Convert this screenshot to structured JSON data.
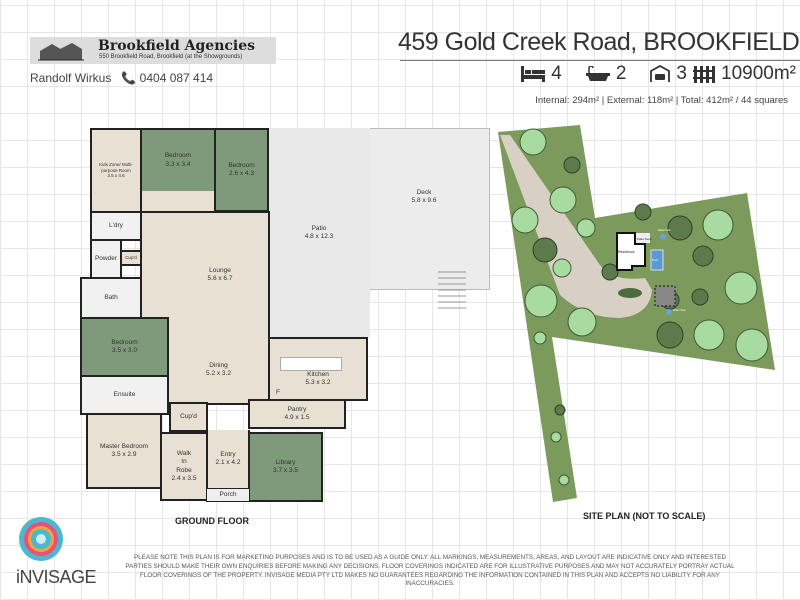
{
  "agency": {
    "name": "Brookfield Agencies",
    "address": "550 Brookfield Road, Brookfield (at the Showgrounds)",
    "agent": "Randolf Wirkus",
    "phone": "0404 087 414"
  },
  "property": {
    "title": "459 Gold Creek Road, BROOKFIELD",
    "beds": "4",
    "baths": "2",
    "cars": "3",
    "land": "10900m²",
    "areas": "Internal: 294m²  |  External: 118m²  |  Total:  412m² / 44 squares"
  },
  "icons": [
    "bed-icon",
    "bath-icon",
    "garage-icon",
    "fence-icon",
    "phone-icon"
  ],
  "floor_plan": {
    "label": "GROUND FLOOR",
    "rooms": [
      {
        "name": "Kids Zone/ Multi-purpose Room",
        "size": "3.5 x 4.6"
      },
      {
        "name": "Bedroom",
        "size": "3.3 x 3.4"
      },
      {
        "name": "Bedroom",
        "size": "2.6 x 4.3"
      },
      {
        "name": "Deck",
        "size": "5.8 x 9.6"
      },
      {
        "name": "Patio",
        "size": "4.8 x 12.3"
      },
      {
        "name": "L'dry",
        "size": ""
      },
      {
        "name": "Powder",
        "size": ""
      },
      {
        "name": "Bath",
        "size": ""
      },
      {
        "name": "Lounge",
        "size": "5.6 x 6.7"
      },
      {
        "name": "Bedroom",
        "size": "3.5 x 3.0"
      },
      {
        "name": "Dining",
        "size": "5.2 x 3.2"
      },
      {
        "name": "Kitchen",
        "size": "5.3 x 3.2"
      },
      {
        "name": "Ensuite",
        "size": ""
      },
      {
        "name": "Pantry",
        "size": "4.9 x 1.5"
      },
      {
        "name": "Cup'd",
        "size": ""
      },
      {
        "name": "Master Bedroom",
        "size": "3.5 x 2.9"
      },
      {
        "name": "Walk In Robe",
        "size": "2.4 x 3.5"
      },
      {
        "name": "Entry",
        "size": "2.1 x 4.2"
      },
      {
        "name": "Library",
        "size": "3.7 x 3.5"
      },
      {
        "name": "Porch",
        "size": ""
      }
    ],
    "cupd": "Cup'd",
    "fridge": "F"
  },
  "site_plan": {
    "label": "SITE PLAN (NOT TO SCALE)",
    "residence": "Residence",
    "patio_deck": "Patio Deck",
    "pool": "Pool",
    "water_tank": "Water Tank"
  },
  "colors": {
    "bedroom_green": "#7f9a7a",
    "floor": "#e8e0d2",
    "lawn": "#7b9a5c",
    "pool": "#5b9bd5"
  },
  "footer": {
    "brand": "iNVISAGE",
    "disclaimer": "PLEASE NOTE THIS PLAN IS FOR MARKETING PURPOSES AND IS TO BE USED AS A GUIDE ONLY.  ALL MARKINGS, MEASUREMENTS, AREAS, AND LAYOUT ARE INDICATIVE ONLY AND INTERESTED PARTIES SHOULD MAKE THEIR OWN ENQUIRIES BEFORE MAKING ANY DECISIONS.  FLOOR COVERINGS INDICATED ARE FOR ILLUSTRATIVE PURPOSES AND MAY NOT ACCURATELY PORTRAY ACTUAL FLOOR COVERINGS OF THE PROPERTY.  INVISAGE MEDIA PTY LTD MAKES NO GUARANTEES REGARDING THE INFORMATION CONTAINED IN THIS PLAN AND ACCEPTS NO LIABILITY FOR  ANY INACCURACIES."
  }
}
